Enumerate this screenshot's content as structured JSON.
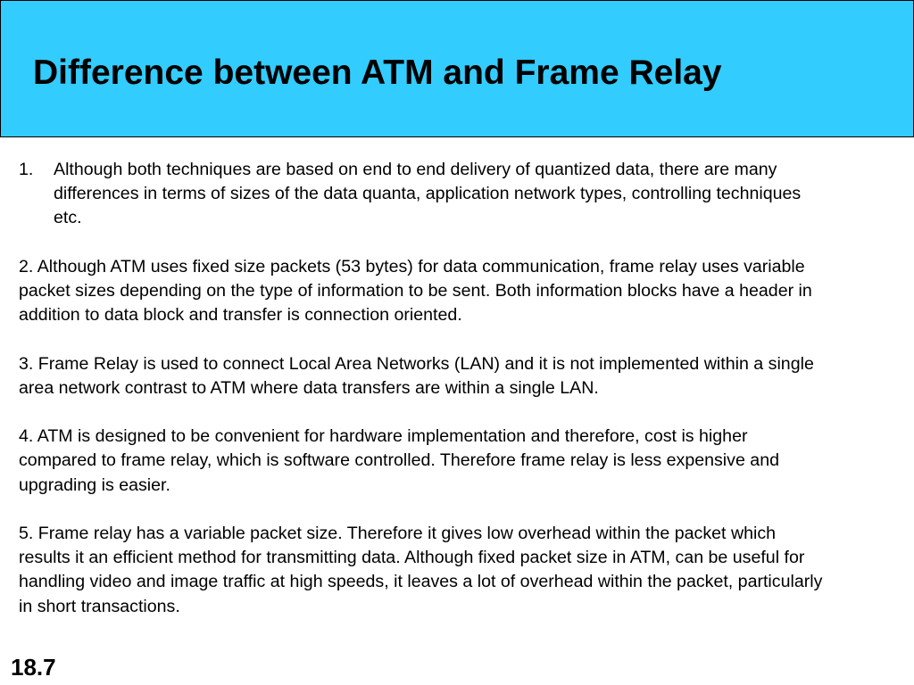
{
  "slide": {
    "background": "#ffffff",
    "title_bar_color": "#33ccff",
    "title": "Difference between ATM and Frame Relay",
    "slide_number": "18.7"
  },
  "content": {
    "item_1": {
      "number": "1.",
      "text": "Although both techniques are based on end to end delivery of quantized data, there are many differences in terms of sizes of the data quanta, application network types, controlling techniques etc."
    },
    "paragraphs": [
      "2. Although ATM uses fixed size packets (53 bytes) for data communication, frame relay uses variable packet sizes depending on the type of information to be sent. Both information blocks have a header in addition to data block and transfer is connection oriented.",
      "3. Frame Relay is used to connect Local Area Networks (LAN) and it is not implemented within a single area network contrast to ATM where data transfers are within a single LAN.",
      "4. ATM is designed to be convenient for hardware implementation and therefore, cost is higher compared to frame relay, which is software controlled. Therefore frame relay is less expensive and upgrading is easier.",
      "5. Frame relay has a variable packet size. Therefore it gives low overhead within the packet which results it an efficient method for transmitting data. Although fixed packet size in ATM, can be useful for handling video and image traffic at high speeds, it leaves a lot of overhead within the packet, particularly in short transactions."
    ]
  }
}
